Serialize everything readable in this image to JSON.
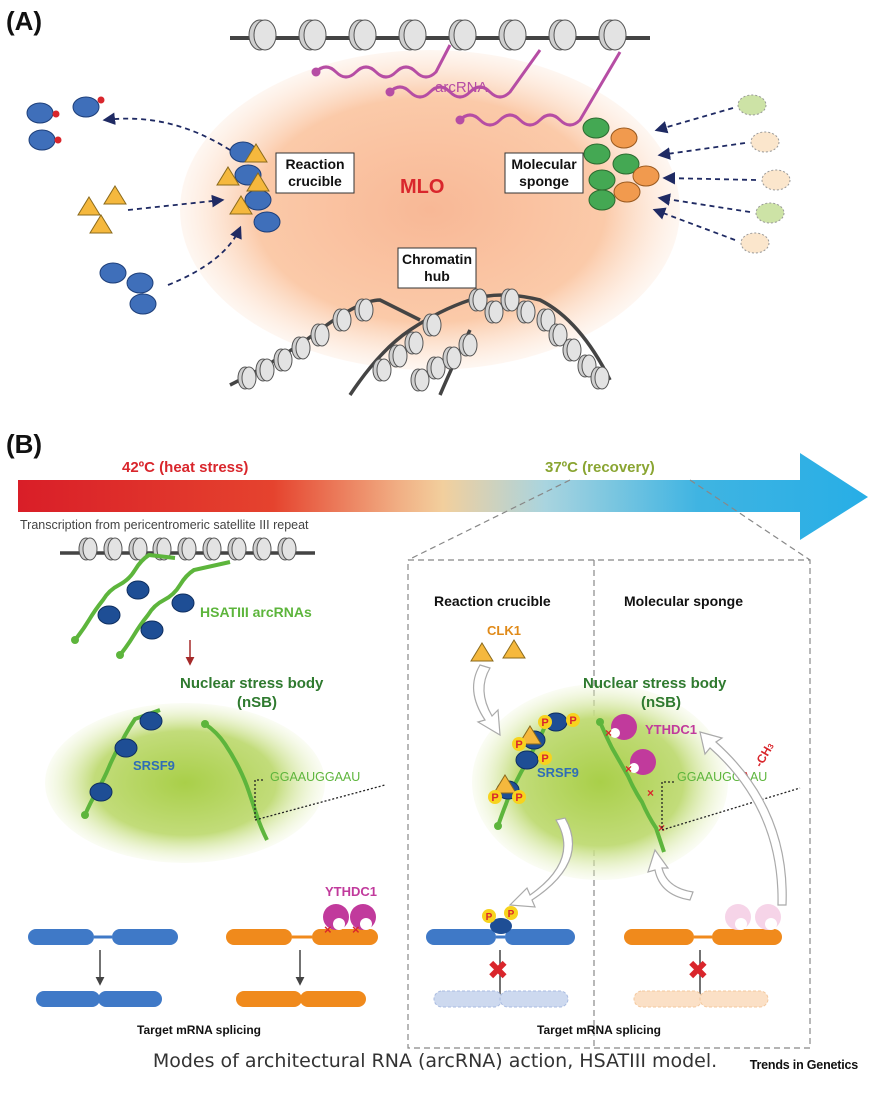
{
  "panel_a": {
    "label": "(A)",
    "center_label": "MLO",
    "arcrna_label": "arcRNA",
    "reaction_box": [
      "Reaction",
      "crucible"
    ],
    "sponge_box": [
      "Molecular",
      "sponge"
    ],
    "hub_box": [
      "Chromatin",
      "hub"
    ]
  },
  "panel_b": {
    "label": "(B)",
    "heat_label": "42ºC (heat stress)",
    "recovery_label": "37ºC (recovery)",
    "transcription_label": "Transcription from pericentromeric satellite III repeat",
    "hsatiii_label": "HSATIII arcRNAs",
    "nsb_left": [
      "Nuclear stress body",
      "(nSB)"
    ],
    "nsb_right": [
      "Nuclear stress body",
      "(nSB)"
    ],
    "srsf9_left": "SRSF9",
    "srsf9_right": "SRSF9",
    "seq_left": "GGAAUGGAAU",
    "seq_right_a": "GGAAUGG",
    "seq_right_b": "A",
    "seq_right_c": "AU",
    "ch3": "CH",
    "ch3_sub": "3",
    "ythdc1_bottom": "YTHDC1",
    "ythdc1_right": "YTHDC1",
    "reaction_title": "Reaction crucible",
    "sponge_title": "Molecular sponge",
    "clk1": "CLK1",
    "phospho": "P",
    "splicing_left": "Target mRNA splicing",
    "splicing_right": "Target mRNA splicing"
  },
  "caption": "Modes of architectural RNA (arcRNA) action, HSATIII model.",
  "brand": "Trends in Genetics",
  "colors": {
    "mlo_cloud": "#fbc9a8",
    "protein_blue": "#3f6fba",
    "dark_blue": "#1e3f7a",
    "triangle_yellow": "#f5b83d",
    "green_dot": "#44a853",
    "orange_dot": "#f19a4e",
    "magenta": "#c13a9c",
    "rna_green": "#5db53c",
    "red": "#d9262c",
    "nsb_green": "#b7d76b",
    "exon_blue": "#3f79c7",
    "exon_orange": "#f08a1c"
  },
  "icons": [
    "nucleosome-icon",
    "arrow-icon",
    "x-mark-icon",
    "phosphate-icon"
  ]
}
